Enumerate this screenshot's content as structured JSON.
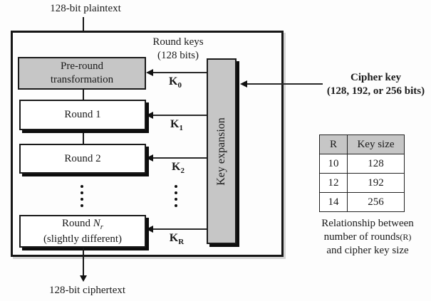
{
  "diagram": {
    "top_label": "128-bit plaintext",
    "bottom_label": "128-bit ciphertext",
    "round_keys_label": {
      "line1": "Round keys",
      "line2": "(128 bits)"
    },
    "pre_round": {
      "line1": "Pre-round",
      "line2": "transformation"
    },
    "rounds": [
      {
        "label": "Round 1"
      },
      {
        "label": "Round 2"
      }
    ],
    "final_round": {
      "prefix": "Round ",
      "var": "N",
      "var_sub": "r",
      "line2": "(slightly different)"
    },
    "key_expansion_label": "Key expansion",
    "k_labels": [
      {
        "main": "K",
        "sub": "0"
      },
      {
        "main": "K",
        "sub": "1"
      },
      {
        "main": "K",
        "sub": "2"
      },
      {
        "main": "K",
        "sub": "R"
      }
    ],
    "cipher_key": {
      "line1": "Cipher key",
      "line2": "(128, 192, or 256 bits)"
    }
  },
  "table": {
    "headers": {
      "r": "R",
      "key_size": "Key size"
    },
    "rows": [
      {
        "r": "10",
        "key_size": "128"
      },
      {
        "r": "12",
        "key_size": "192"
      },
      {
        "r": "14",
        "key_size": "256"
      }
    ],
    "caption": {
      "line1": "Relationship between",
      "line2_main": "number of rounds",
      "line2_paren": "(R)",
      "line3": "and cipher key size"
    }
  },
  "colors": {
    "box_gray": "#c6c6c6",
    "line_black": "#161616",
    "shadow_black": "#0d0d0d",
    "outer_shadow_gray": "#d4d4d4",
    "background": "#fdfdfd"
  }
}
